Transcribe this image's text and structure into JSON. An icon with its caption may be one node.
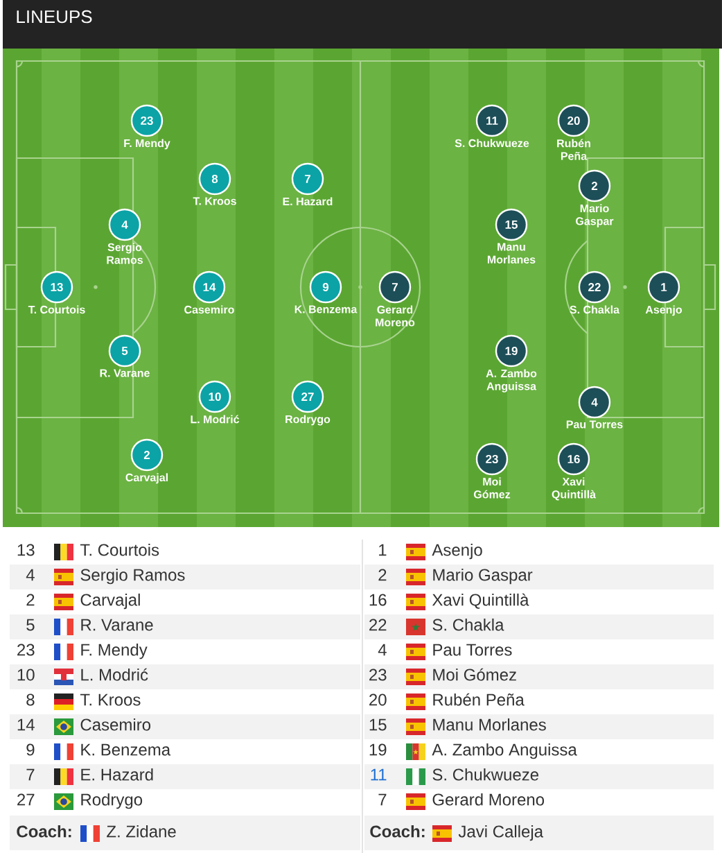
{
  "diagram": {
    "title": "LINEUPS",
    "nodes": [
      {
        "text": [
          "23"
        ],
        "beside": [
          "F. Mendy"
        ]
      },
      {
        "text": [
          "8"
        ],
        "beside": [
          "T. Kroos"
        ]
      },
      {
        "text": [
          "7"
        ],
        "beside": [
          "E. Hazard"
        ]
      },
      {
        "text": [
          "4"
        ],
        "beside": [
          "Sergio Ramos"
        ]
      },
      {
        "text": [
          "13"
        ],
        "beside": [
          "T. Courtois"
        ]
      },
      {
        "text": [
          "14"
        ],
        "beside": [
          "Casemiro"
        ]
      },
      {
        "text": [
          "9"
        ],
        "beside": [
          "K. Benzema"
        ]
      },
      {
        "text": [
          "5"
        ],
        "beside": [
          "R. Varane"
        ]
      },
      {
        "text": [
          "10"
        ],
        "beside": [
          "L. Modrić"
        ]
      },
      {
        "text": [
          "27"
        ],
        "beside": [
          "Rodrygo"
        ]
      },
      {
        "text": [
          "2"
        ],
        "beside": [
          "Carvajal"
        ]
      },
      {
        "text": [
          "11"
        ],
        "beside": [
          "S. Chukwueze"
        ]
      },
      {
        "text": [
          "20"
        ],
        "beside": [
          "Rubén Peña"
        ]
      },
      {
        "text": [
          "2"
        ],
        "beside": [
          "Mario Gaspar"
        ]
      },
      {
        "text": [
          "15"
        ],
        "beside": [
          "Manu Morlanes"
        ]
      },
      {
        "text": [
          "7"
        ],
        "beside": [
          "Gerard Moreno"
        ]
      },
      {
        "text": [
          "22"
        ],
        "beside": [
          "S. Chakla"
        ]
      },
      {
        "text": [
          "1"
        ],
        "beside": [
          "Asenjo"
        ]
      },
      {
        "text": [
          "19"
        ],
        "beside": [
          "A. Zambo Anguissa"
        ]
      },
      {
        "text": [
          "4"
        ],
        "beside": [
          "Pau Torres"
        ]
      },
      {
        "text": [
          "23"
        ],
        "beside": [
          "Moi Gómez"
        ]
      },
      {
        "text": [
          "16"
        ],
        "beside": [
          "Xavi Quintillà"
        ]
      }
    ],
    "labels": [
      "13",
      "T. Courtois",
      "1",
      "Asenjo",
      "4",
      "Sergio Ramos",
      "2",
      "Mario Gaspar",
      "2",
      "Carvajal",
      "16",
      "Xavi Quintillà",
      "5",
      "R. Varane",
      "22",
      "S. Chakla",
      "23",
      "F. Mendy",
      "4",
      "Pau Torres",
      "10",
      "L. Modrić",
      "23",
      "Moi Gómez",
      "8",
      "T. Kroos",
      "20",
      "Rubén Peña",
      "14",
      "Casemiro",
      "15",
      "Manu Morlanes",
      "9",
      "K. Benzema",
      "19",
      "A. Zambo Anguissa",
      "7",
      "E. Hazard",
      "11",
      "S. Chukwueze",
      "27",
      "Rodrygo",
      "7",
      "Gerard Moreno",
      "Coach:",
      "Z. Zidane",
      "Coach:",
      "Javi Calleja"
    ]
  }
}
